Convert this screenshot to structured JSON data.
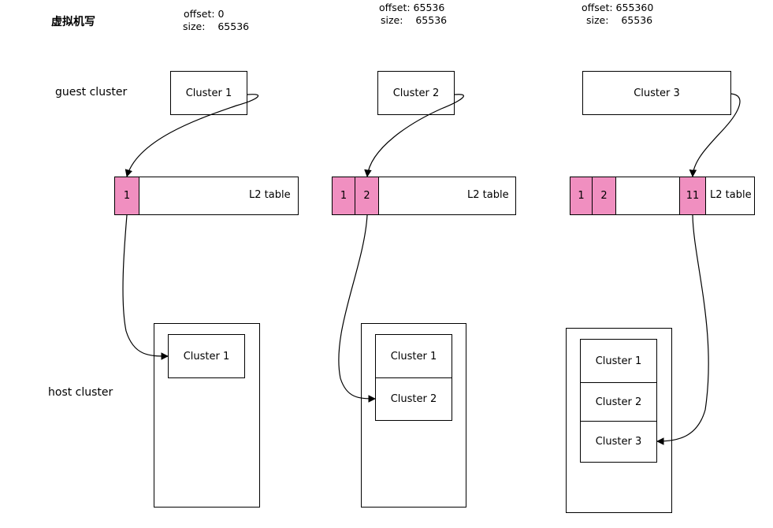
{
  "title": "虚拟机写",
  "row_labels": {
    "guest": "guest cluster",
    "host": "host cluster"
  },
  "columns": [
    {
      "offset_line": "offset: 0",
      "size_line": "size:    65536",
      "guest_cluster": "Cluster 1",
      "l2_entries": [
        "1"
      ],
      "l2_label": "L2 table",
      "host_clusters": [
        "Cluster 1"
      ]
    },
    {
      "offset_line": "offset: 65536",
      "size_line": "size:    65536",
      "guest_cluster": "Cluster 2",
      "l2_entries": [
        "1",
        "2"
      ],
      "l2_label": "L2 table",
      "host_clusters": [
        "Cluster 1",
        "Cluster 2"
      ]
    },
    {
      "offset_line": "offset: 655360",
      "size_line": "size:    65536",
      "guest_cluster": "Cluster 3",
      "l2_entries": [
        "1",
        "2",
        "11"
      ],
      "l2_label": "L2 table",
      "host_clusters": [
        "Cluster 1",
        "Cluster 2",
        "Cluster 3"
      ]
    }
  ],
  "colors": {
    "entry_fill": "#f08fc0",
    "stroke": "#000000"
  }
}
